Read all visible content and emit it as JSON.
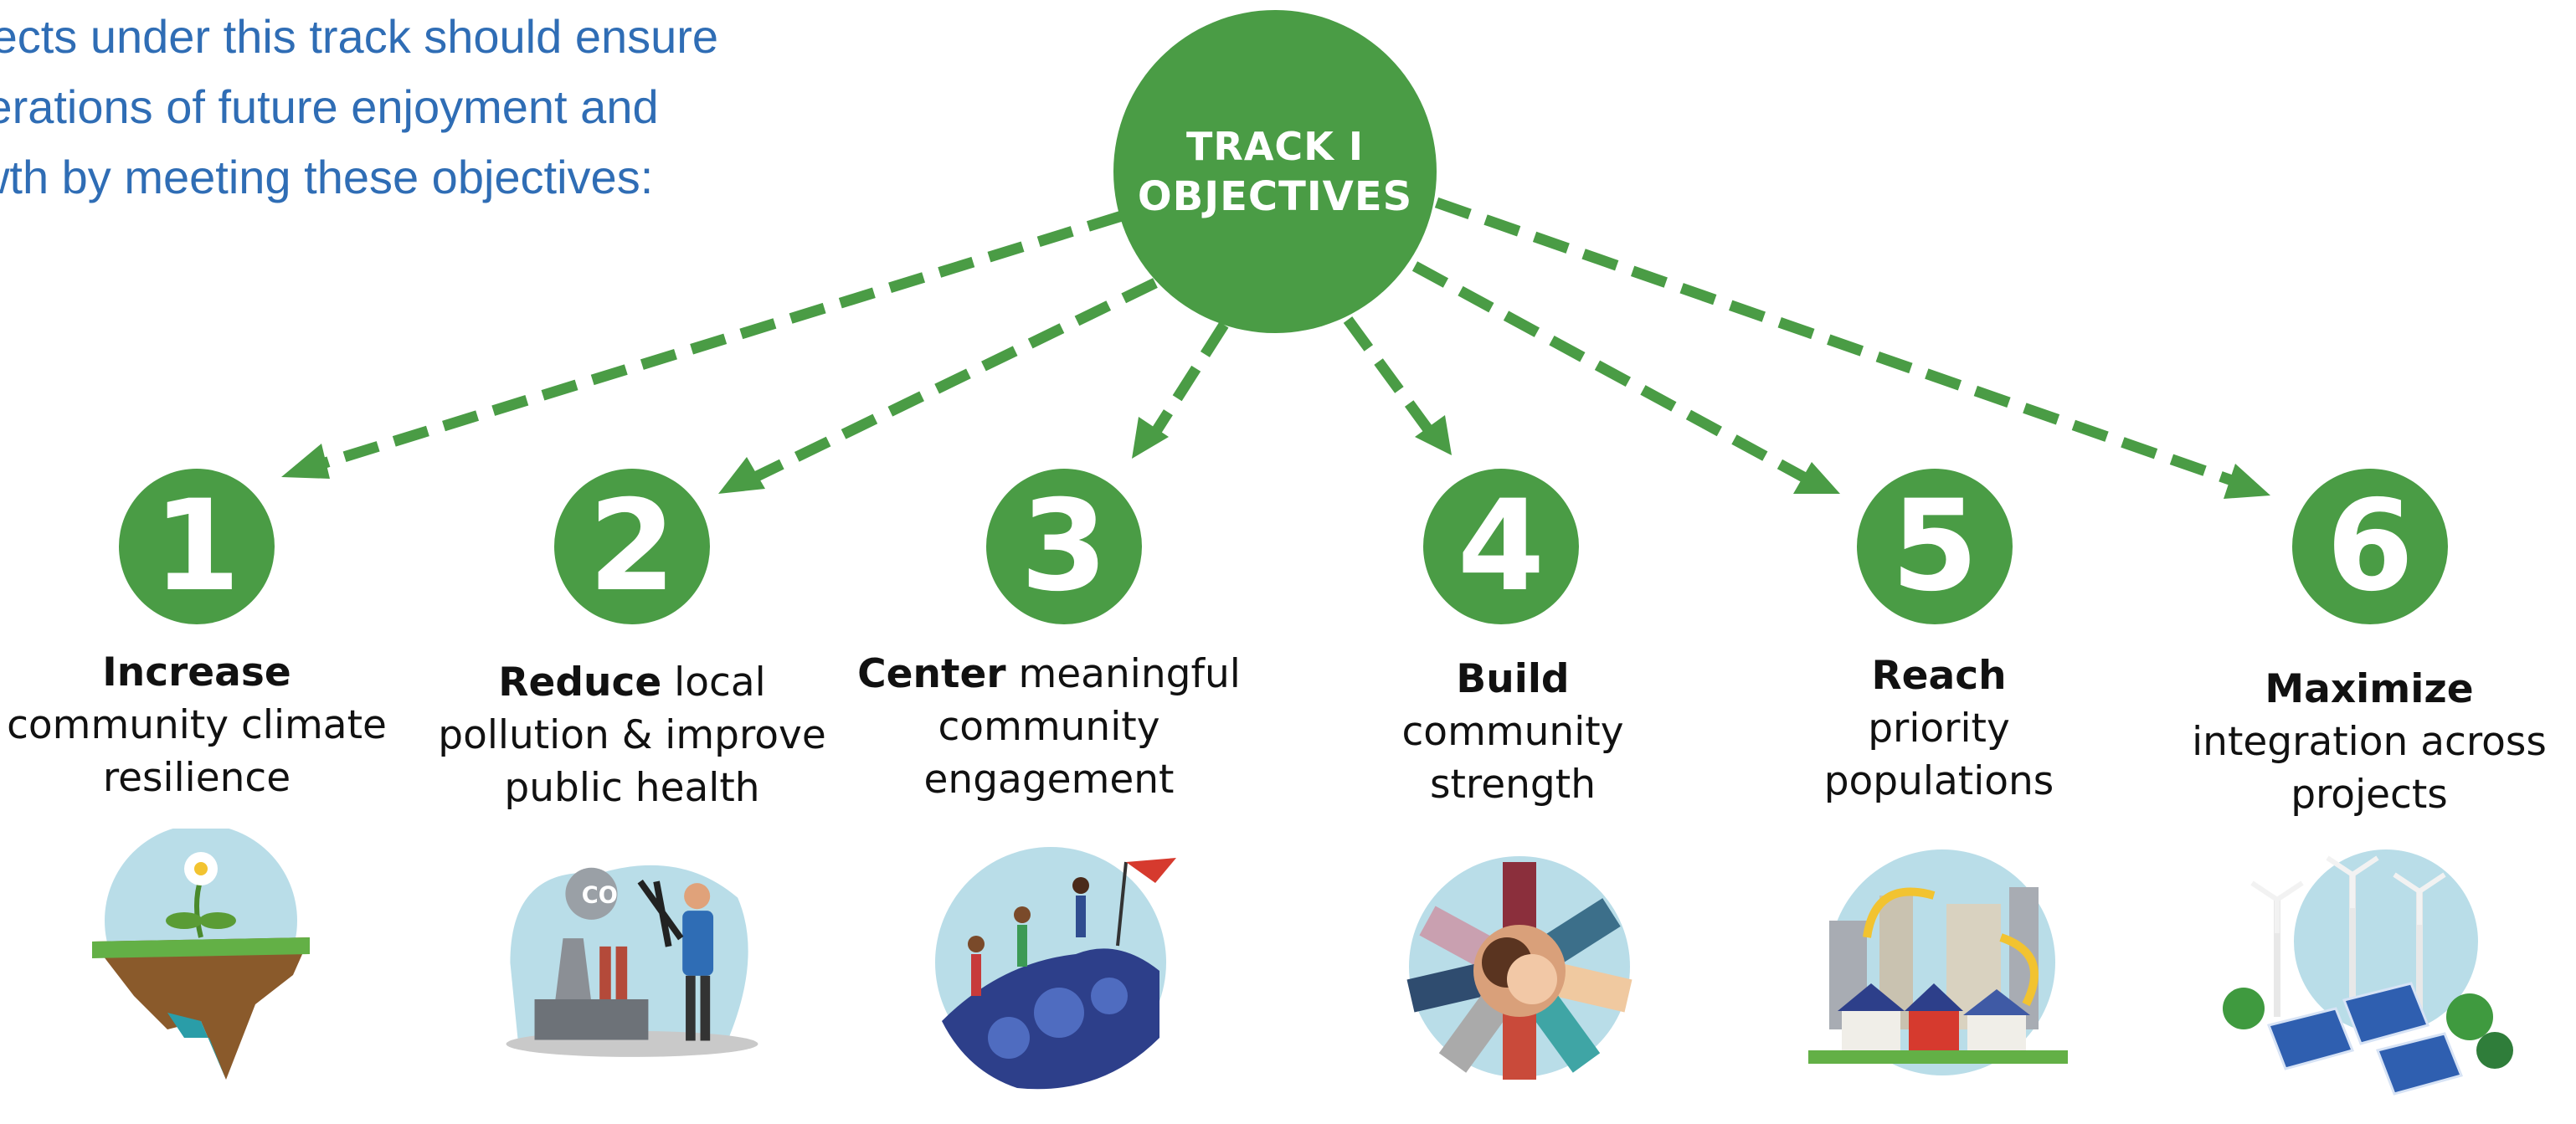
{
  "intro": {
    "lines": [
      "Projects under this track should ensure",
      "generations of future enjoyment and",
      "growth by meeting these objectives:"
    ]
  },
  "hub": {
    "line1": "TRACK I",
    "line2": "OBJECTIVES"
  },
  "objectives": [
    {
      "number": "1",
      "bold": "Increase",
      "text": "community climate resilience",
      "icon": "floating-island-flower-icon"
    },
    {
      "number": "2",
      "bold": "Reduce",
      "text": "local pollution & improve public health",
      "icon": "cutting-pollution-icon"
    },
    {
      "number": "3",
      "bold": "Center",
      "text": "meaningful community engagement",
      "icon": "climbers-with-flag-icon"
    },
    {
      "number": "4",
      "bold": "Build",
      "text": "community strength",
      "icon": "stacked-hands-icon"
    },
    {
      "number": "5",
      "bold": "Reach",
      "text": "priority populations",
      "icon": "houses-and-factory-icon"
    },
    {
      "number": "6",
      "bold": "Maximize",
      "text": "integration across projects",
      "icon": "wind-turbines-solar-panels-icon"
    }
  ],
  "colors": {
    "green": "#4a9c45",
    "blue_text": "#2f6db5",
    "light_blue": "#b9dde8"
  }
}
